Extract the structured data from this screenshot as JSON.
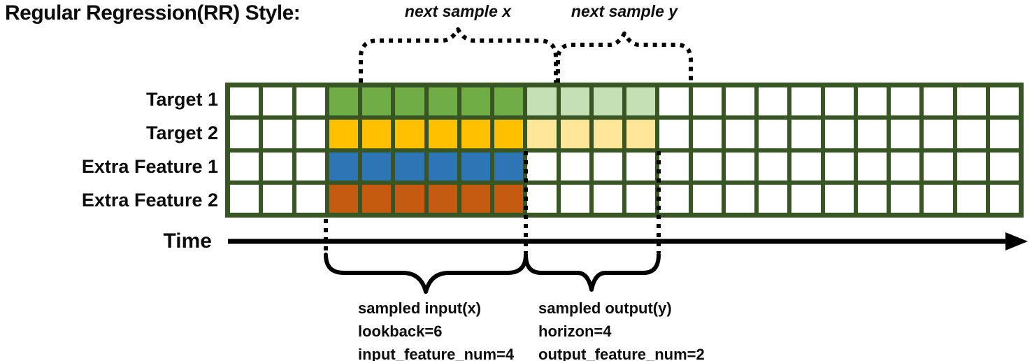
{
  "title": "Regular Regression(RR) Style:",
  "annotations": {
    "next_sample_x": "next sample x",
    "next_sample_y": "next sample y",
    "time_label": "Time",
    "input_lines": [
      "sampled input(x)",
      "lookback=6",
      "input_feature_num=4"
    ],
    "output_lines": [
      "sampled output(y)",
      "horizon=4",
      "output_feature_num=2"
    ]
  },
  "sample_params": {
    "lookback": 6,
    "horizon": 4,
    "input_feature_num": 4,
    "output_feature_num": 2
  },
  "colors": {
    "grid_border": "#375623",
    "cell_empty": "#FFFFFF",
    "target1_input": "#70AD47",
    "target1_output": "#C5E0B4",
    "target2_input": "#FFC000",
    "target2_output": "#FFE699",
    "extra_feature1_input": "#2E75B6",
    "extra_feature2_input": "#C55A11",
    "annotation_ink": "#000000"
  },
  "grid": {
    "columns": 24,
    "row_count": 4,
    "input_col_start": 3,
    "input_col_count": 6,
    "output_col_start": 9,
    "output_col_count": 4,
    "rows": [
      {
        "label": "Target 1",
        "input_color": "#70AD47",
        "output_color": "#C5E0B4"
      },
      {
        "label": "Target 2",
        "input_color": "#FFC000",
        "output_color": "#FFE699"
      },
      {
        "label": "Extra Feature 1",
        "input_color": "#2E75B6",
        "output_color": null
      },
      {
        "label": "Extra Feature 2",
        "input_color": "#C55A11",
        "output_color": null
      }
    ]
  }
}
